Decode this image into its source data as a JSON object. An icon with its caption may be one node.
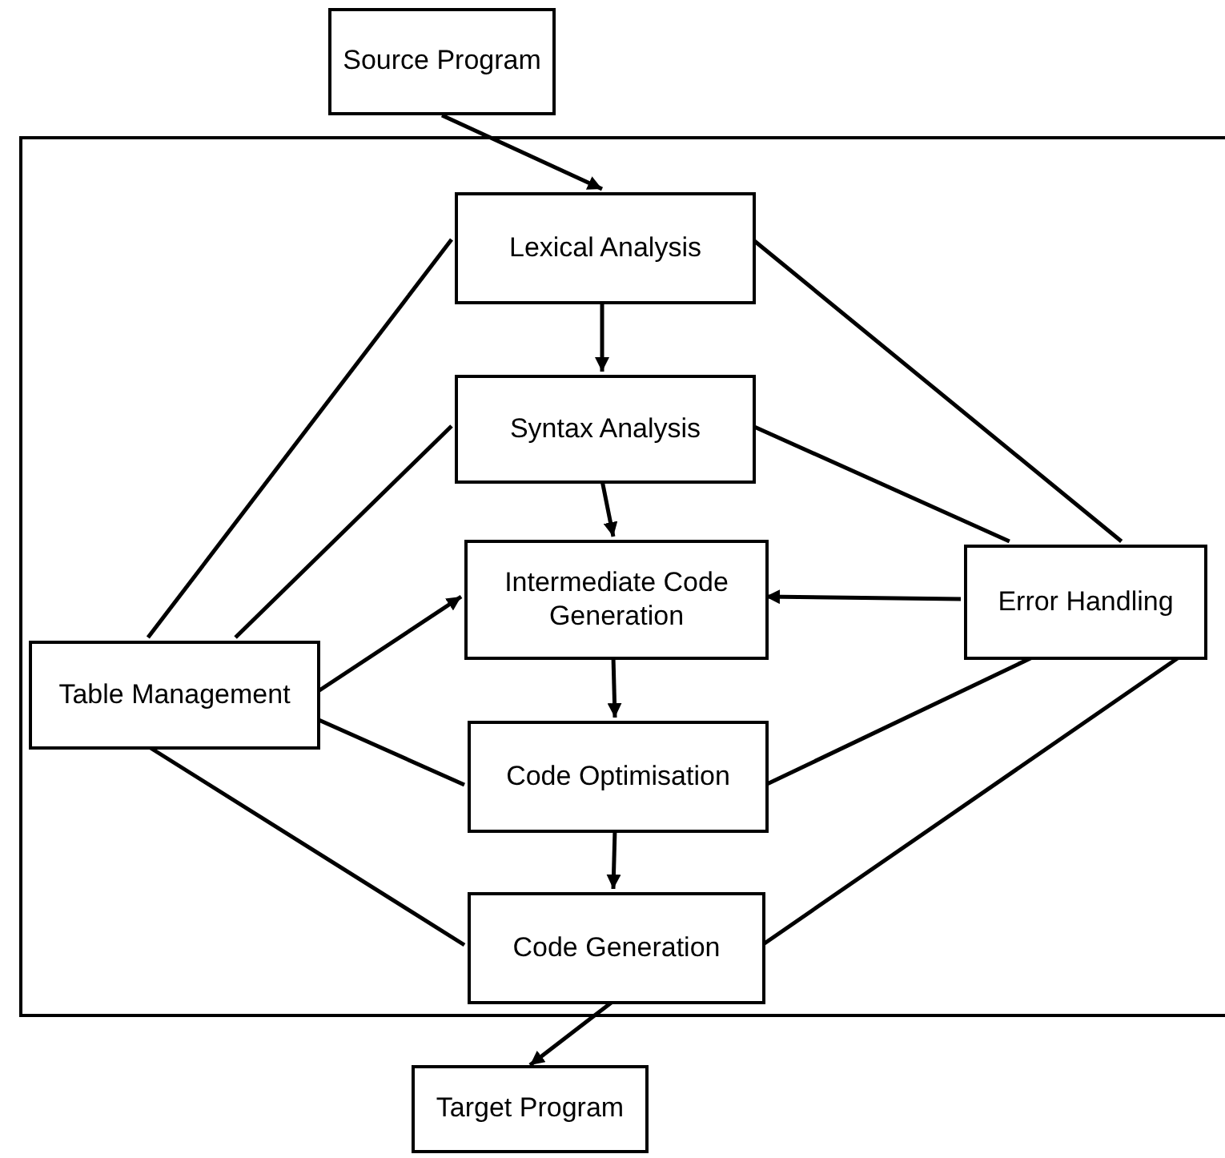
{
  "diagram": {
    "nodes": [
      {
        "text": [
          "Source Program"
        ]
      },
      {
        "text": [],
        "shape": "box"
      },
      {
        "text": [
          "Lexical Analysis"
        ],
        "in": 1
      },
      {
        "text": [
          "Syntax Analysis"
        ],
        "in": 1
      },
      {
        "text": [
          "Table Management"
        ],
        "in": 1
      },
      {
        "text": [
          "Intermediate Code Generation"
        ],
        "in": 1
      },
      {
        "text": [
          "Error Handling"
        ],
        "in": 1
      },
      {
        "text": [
          "Code Optimisation"
        ],
        "in": 1
      },
      {
        "text": [
          "Code Generation"
        ],
        "in": 1
      },
      {
        "text": [
          "Target Program"
        ]
      }
    ],
    "edges": [
      {
        "from": 0,
        "to": 2,
        "arrow": "to"
      },
      {
        "from": 2,
        "to": 3,
        "arrow": "to"
      },
      {
        "from": 3,
        "to": 5,
        "arrow": "to"
      },
      {
        "from": 5,
        "to": 7,
        "arrow": "to"
      },
      {
        "from": 7,
        "to": 8,
        "arrow": "to"
      },
      {
        "from": 8,
        "to": 9,
        "arrow": "to"
      },
      {
        "from": 4,
        "to": 5,
        "arrow": "to"
      },
      {
        "from": 6,
        "to": 5,
        "arrow": "to"
      },
      {
        "from": 4,
        "to": 2,
        "arrow": "none"
      },
      {
        "from": 4,
        "to": 3,
        "arrow": "none"
      },
      {
        "from": 4,
        "to": 7,
        "arrow": "none"
      },
      {
        "from": 4,
        "to": 8,
        "arrow": "none"
      },
      {
        "from": 6,
        "to": 2,
        "arrow": "none"
      },
      {
        "from": 6,
        "to": 3,
        "arrow": "none"
      },
      {
        "from": 6,
        "to": 7,
        "arrow": "none"
      },
      {
        "from": 6,
        "to": 8,
        "arrow": "none"
      }
    ]
  }
}
